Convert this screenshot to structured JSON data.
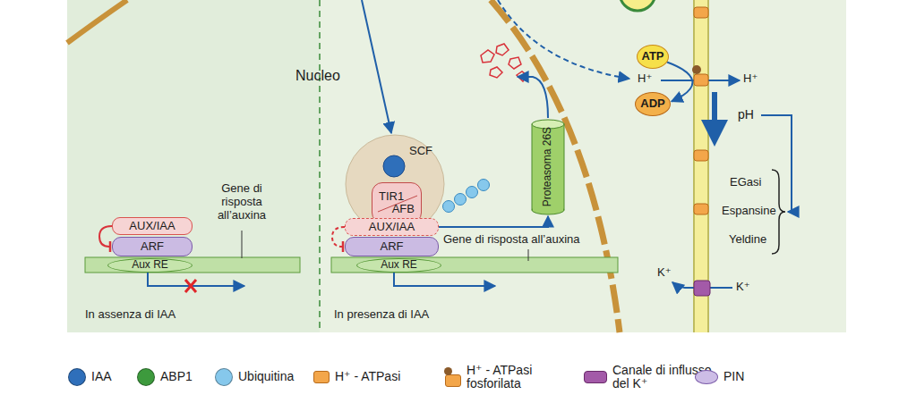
{
  "diagram": {
    "nodes": [
      {
        "text": [
          "AUX/IAA"
        ]
      },
      {
        "text": [
          "ARF"
        ]
      },
      {
        "text": [
          "Aux RE"
        ]
      },
      {
        "text": [
          "SCF"
        ]
      },
      {
        "text": [
          "TIR1",
          "AFB"
        ],
        "in": 3
      },
      {
        "text": [
          "AUX/IAA"
        ]
      },
      {
        "text": [
          "ARF"
        ]
      },
      {
        "text": [
          "Aux RE"
        ]
      },
      {
        "text": [
          "Proteasoma 26S"
        ]
      },
      {
        "text": [
          "ATP"
        ]
      },
      {
        "text": [
          "ADP"
        ]
      }
    ],
    "edges": [
      {
        "from": 0,
        "to": 1,
        "arrow": "to"
      },
      {
        "from": 5,
        "to": 6,
        "arrow": "to"
      },
      {
        "from": 5,
        "to": 8,
        "arrow": "to"
      },
      {
        "from": 9,
        "to": 10,
        "arrow": "to"
      }
    ],
    "labels": [
      "Nucleo",
      "Gene di risposta all’auxina",
      "Gene di risposta all’auxina",
      "H⁺",
      "H⁺",
      "pH",
      "EGasi",
      "Espansine",
      "Yeldine",
      "K⁺",
      "K⁺",
      "In assenza di IAA",
      "In presenza di IAA"
    ],
    "legend": [
      {
        "text": "IAA",
        "color": "#2f6fba"
      },
      {
        "text": "ABP1",
        "color": "#3d9a3d"
      },
      {
        "text": "Ubiquitina",
        "color": "#86c8ec"
      },
      {
        "text": "H⁺ - ATPasi",
        "color": "#f3a64a"
      },
      {
        "text": "H⁺ - ATPasi fosforilata",
        "color": "#f3a64a"
      },
      {
        "text": "Canale di influsso del K⁺",
        "color": "#a35aa8"
      },
      {
        "text": "PIN",
        "color": "#cdbde6"
      }
    ]
  }
}
